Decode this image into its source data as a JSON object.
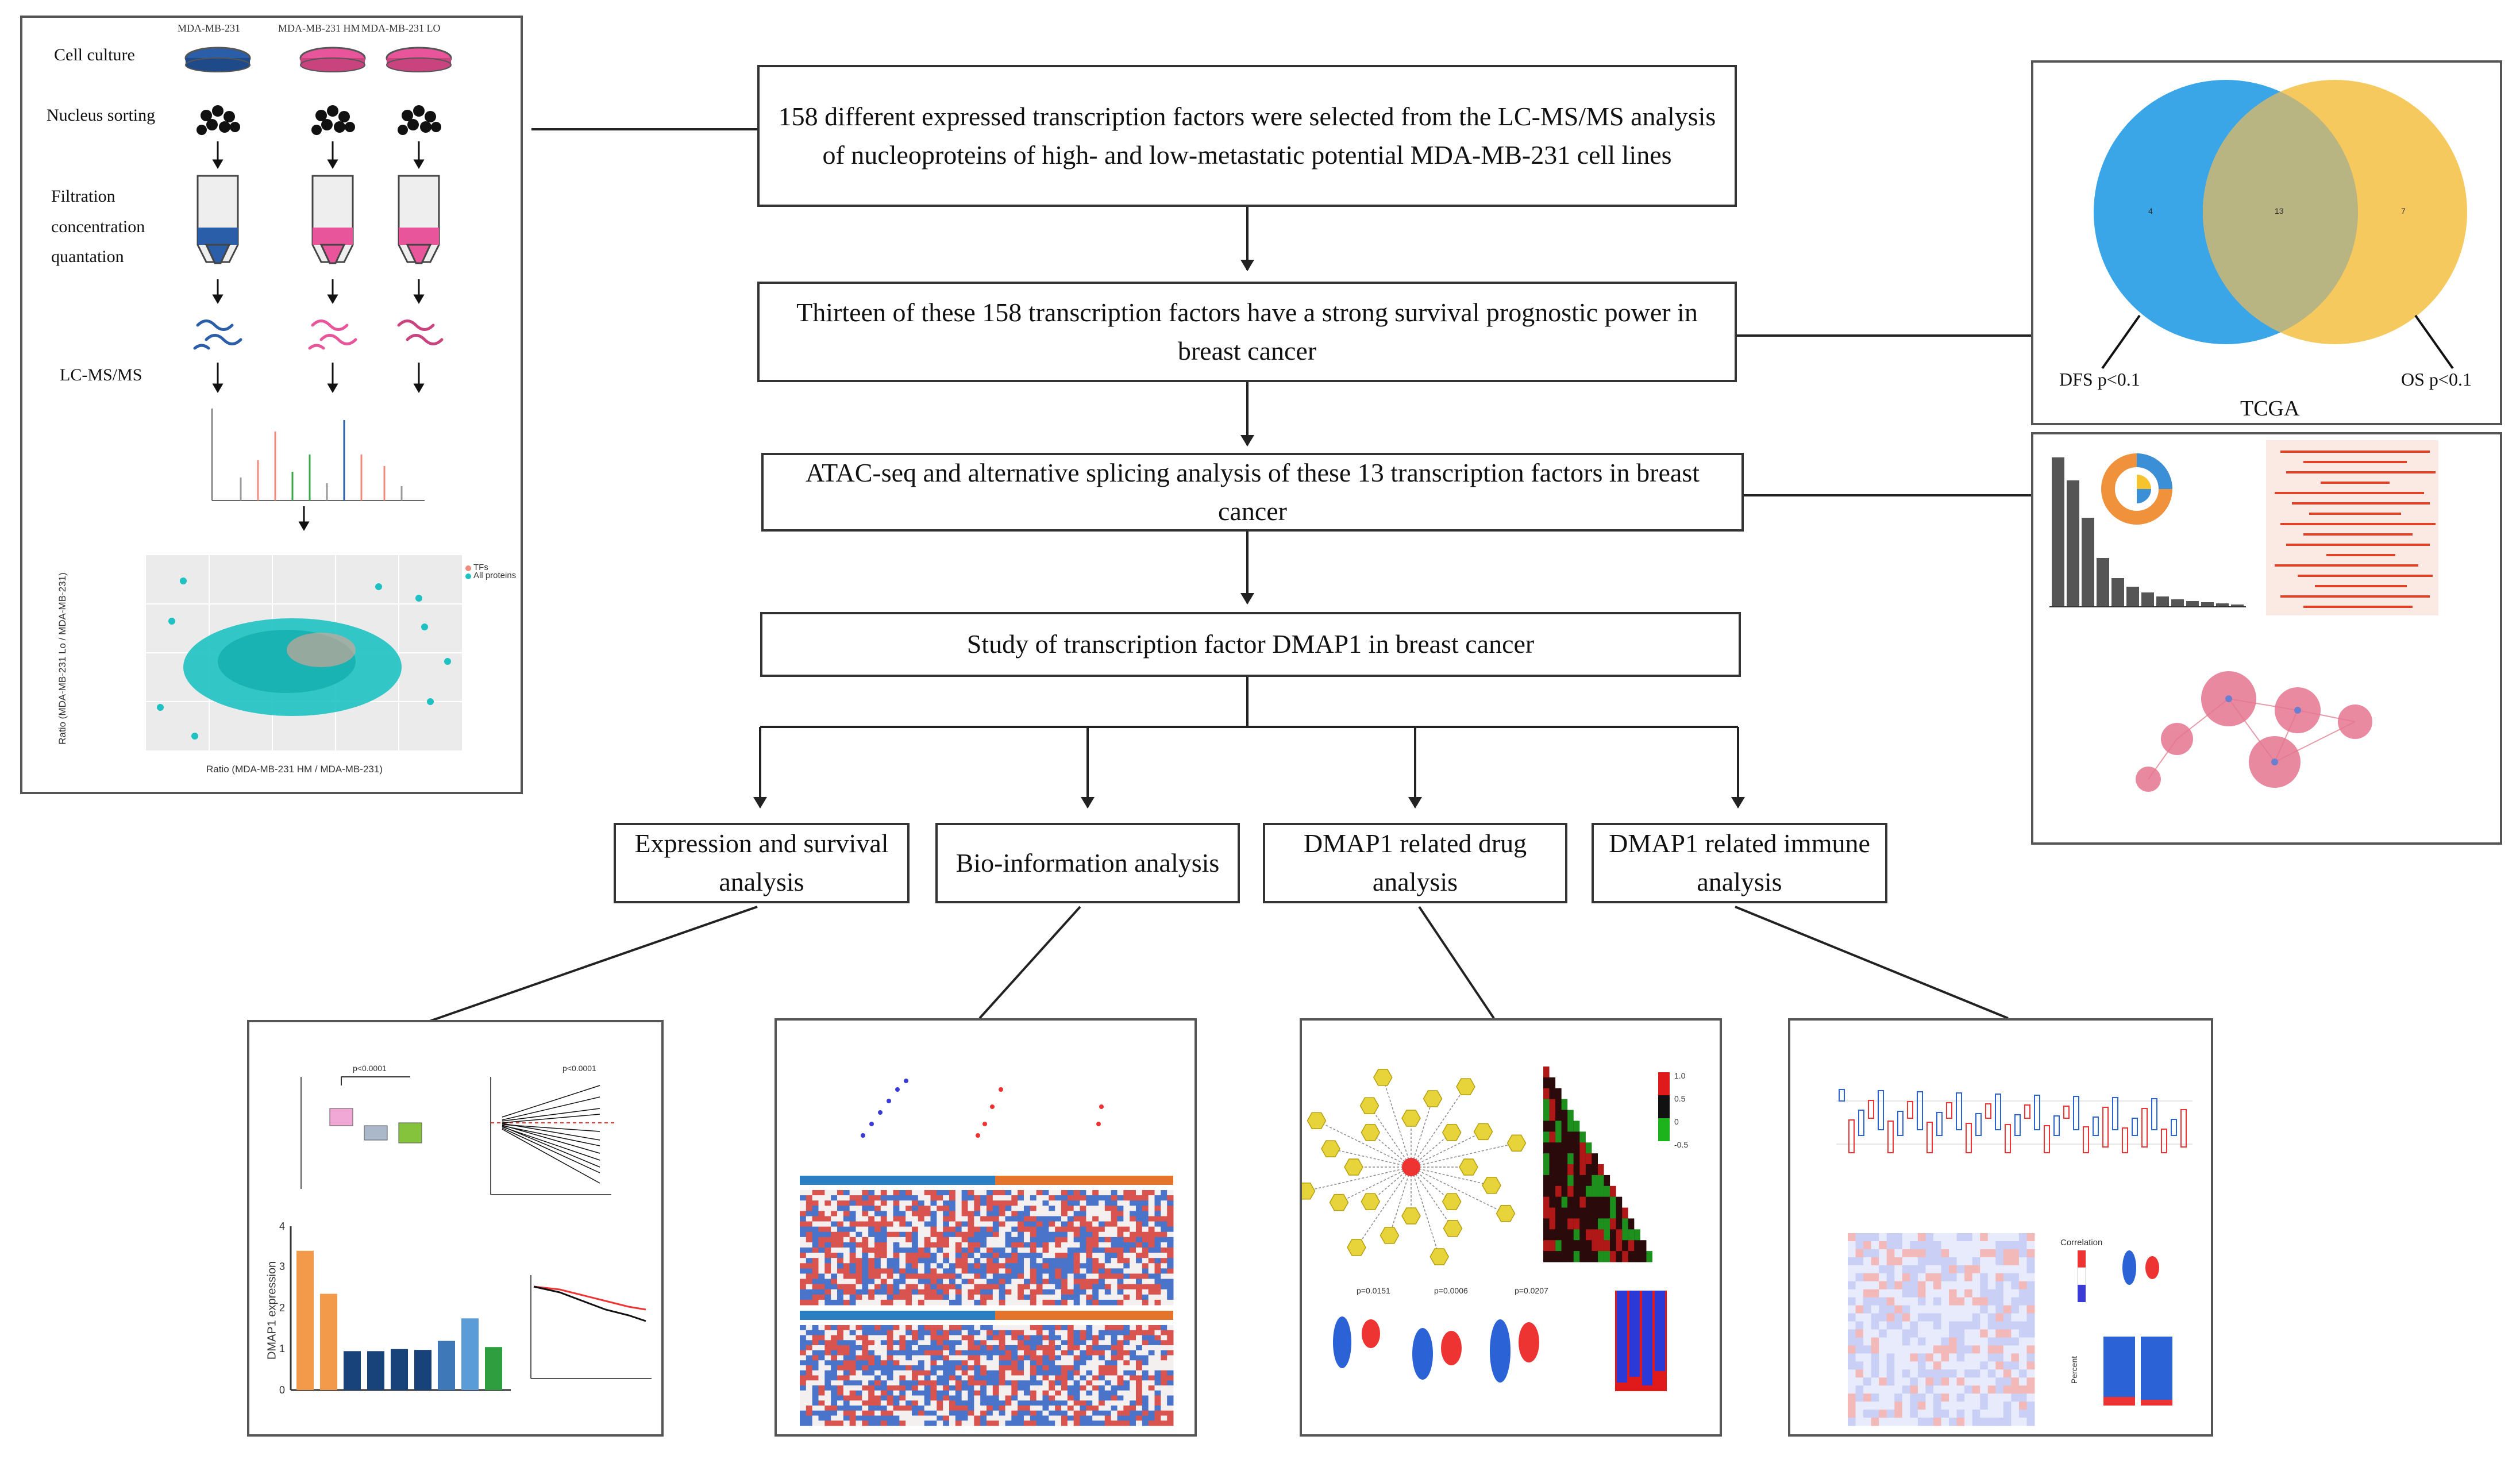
{
  "flow": {
    "step1": "158 different expressed transcription factors were selected from the LC-MS/MS analysis of nucleoproteins of high- and low-metastatic potential MDA-MB-231 cell lines",
    "step2": "Thirteen of these 158 transcription factors have a strong survival prognostic power in breast cancer",
    "step3": "ATAC-seq and alternative splicing analysis of these 13 transcription factors in breast cancer",
    "step4": "Study of transcription factor DMAP1 in breast cancer",
    "branches": [
      "Expression and survival analysis",
      "Bio-information analysis",
      "DMAP1 related drug analysis",
      "DMAP1 related immune analysis"
    ]
  },
  "workflow_panel": {
    "cell_lines": [
      "MDA-MB-231",
      "MDA-MB-231 HM",
      "MDA-MB-231 LO"
    ],
    "steps": [
      "Cell culture",
      "Nucleus sorting",
      "Filtration concentration quantation",
      "LC-MS/MS"
    ],
    "scatter_legend": [
      "TFs",
      "All proteins"
    ],
    "scatter_xlabel": "Ratio (MDA-MB-231 HM / MDA-MB-231)",
    "scatter_ylabel": "Ratio (MDA-MB-231 Lo / MDA-MB-231)",
    "colors": {
      "blue": "#2b5ea8",
      "pink": "#e8559b",
      "teal": "#1fc2c2",
      "salmon": "#f08a7a"
    }
  },
  "venn": {
    "left_count": "4",
    "mid_count": "13",
    "right_count": "7",
    "left_label": "DFS p<0.1",
    "right_label": "OS p<0.1",
    "title": "TCGA",
    "colors": {
      "left": "#3aa6e8",
      "right": "#f6c95e",
      "overlap": "#b9b583"
    }
  },
  "expression_panel": {
    "pvals": [
      "p<0.0001",
      "p<0.0001"
    ],
    "ylabel": "DMAP1 expression",
    "bar_values": [
      3.4,
      2.35,
      0.95,
      0.95,
      1.0,
      0.98,
      1.2,
      1.75,
      1.05
    ],
    "bar_colors": [
      "#f39a4a",
      "#f39a4a",
      "#17427a",
      "#17427a",
      "#17427a",
      "#17427a",
      "#3e78b8",
      "#5a9cd8",
      "#2e9e3e"
    ],
    "yticks": [
      "4",
      "3",
      "2",
      "1",
      "0"
    ]
  },
  "drug_panel": {
    "pvals": [
      "p=0.0151",
      "p=0.0006",
      "p=0.0207"
    ],
    "legend": [
      "1.0",
      "0.5",
      "0",
      "-0.5"
    ]
  },
  "immune_panel": {
    "legend_title": "Correlation",
    "ylabel": "Percent"
  }
}
